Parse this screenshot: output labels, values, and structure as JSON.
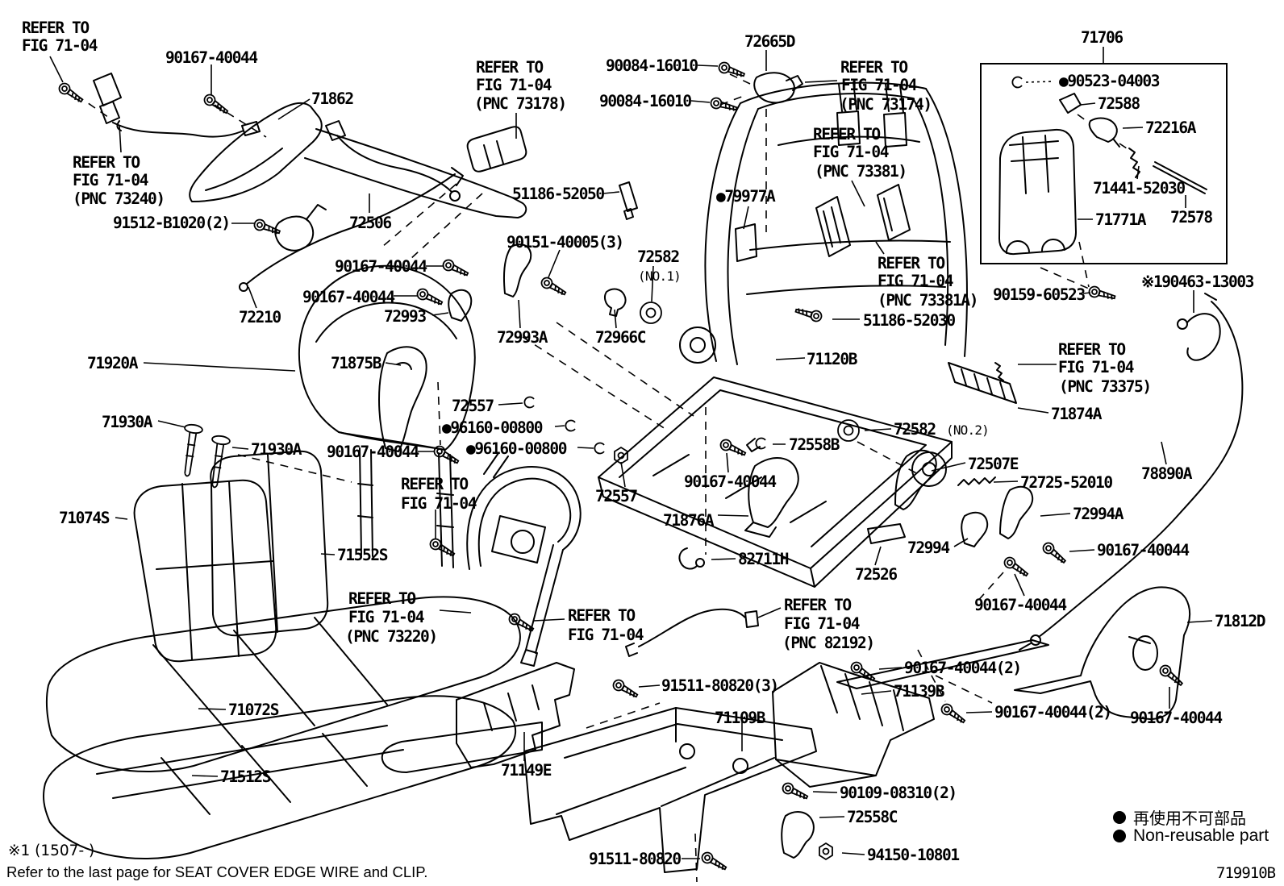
{
  "page": {
    "figure_code": "719910B",
    "footnote1": "※1 (1507-      )",
    "footnote2": "Refer to the last page for SEAT COVER EDGE WIRE and CLIP.",
    "legend": {
      "marker": "non-reusable-bullet",
      "jp": "再使用不可部品",
      "en": "Non-reusable part"
    }
  },
  "labels": [
    {
      "text": "REFER TO"
    },
    {
      "text": "FIG 71-04"
    },
    {
      "text": "90167-40044"
    },
    {
      "text": "71862"
    },
    {
      "text": "REFER TO"
    },
    {
      "text": "FIG 71-04"
    },
    {
      "text": "(PNC 73240)"
    },
    {
      "text": "91512-B1020(2)"
    },
    {
      "text": "72506"
    },
    {
      "text": "REFER TO"
    },
    {
      "text": "FIG 71-04"
    },
    {
      "text": "(PNC 73178)"
    },
    {
      "text": "90084-16010"
    },
    {
      "text": "90084-16010"
    },
    {
      "text": "72665D"
    },
    {
      "text": "REFER TO"
    },
    {
      "text": "FIG 71-04"
    },
    {
      "text": "(PNC 73174)"
    },
    {
      "text": "71706"
    },
    {
      "text": "●90523-04003"
    },
    {
      "text": "72588"
    },
    {
      "text": "72216A"
    },
    {
      "text": "REFER TO"
    },
    {
      "text": "FIG 71-04"
    },
    {
      "text": "(PNC 73381)"
    },
    {
      "text": "51186-52050"
    },
    {
      "text": "●79977A"
    },
    {
      "text": "71441-52030"
    },
    {
      "text": "72578"
    },
    {
      "text": "71771A"
    },
    {
      "text": "90151-40005(3)"
    },
    {
      "text": "72582"
    },
    {
      "text": "(NO.1)"
    },
    {
      "text": "90167-40044"
    },
    {
      "text": "90167-40044"
    },
    {
      "text": "REFER TO"
    },
    {
      "text": "FIG 71-04"
    },
    {
      "text": "(PNC 73381A)"
    },
    {
      "text": "90159-60523"
    },
    {
      "text": "※190463-13003"
    },
    {
      "text": "72210"
    },
    {
      "text": "72993"
    },
    {
      "text": "51186-52030"
    },
    {
      "text": "72993A"
    },
    {
      "text": "72966C"
    },
    {
      "text": "71120B"
    },
    {
      "text": "REFER TO"
    },
    {
      "text": "FIG 71-04"
    },
    {
      "text": "(PNC 73375)"
    },
    {
      "text": "71920A"
    },
    {
      "text": "71875B"
    },
    {
      "text": "72557"
    },
    {
      "text": "71874A"
    },
    {
      "text": "71930A"
    },
    {
      "text": "●96160-00800"
    },
    {
      "text": "72582"
    },
    {
      "text": "(NO.2)"
    },
    {
      "text": "71930A"
    },
    {
      "text": "●96160-00800"
    },
    {
      "text": "90167-40044"
    },
    {
      "text": "72558B"
    },
    {
      "text": "72507E"
    },
    {
      "text": "78890A"
    },
    {
      "text": "REFER TO"
    },
    {
      "text": "FIG 71-04"
    },
    {
      "text": "90167-40044"
    },
    {
      "text": "72725-52010"
    },
    {
      "text": "72557"
    },
    {
      "text": "71876A"
    },
    {
      "text": "72994A"
    },
    {
      "text": "71074S"
    },
    {
      "text": "90167-40044"
    },
    {
      "text": "72994"
    },
    {
      "text": "71552S"
    },
    {
      "text": "82711H"
    },
    {
      "text": "72526"
    },
    {
      "text": "REFER TO"
    },
    {
      "text": "FIG 71-04"
    },
    {
      "text": "REFER TO"
    },
    {
      "text": "FIG 71-04"
    },
    {
      "text": "(PNC 73220)"
    },
    {
      "text": "REFER TO"
    },
    {
      "text": "FIG 71-04"
    },
    {
      "text": "(PNC 82192)"
    },
    {
      "text": "90167-40044"
    },
    {
      "text": "71812D"
    },
    {
      "text": "90167-40044(2)"
    },
    {
      "text": "91511-80820(3)"
    },
    {
      "text": "71139B"
    },
    {
      "text": "90167-40044(2)"
    },
    {
      "text": "71109B"
    },
    {
      "text": "90167-40044"
    },
    {
      "text": "71072S"
    },
    {
      "text": "71149E"
    },
    {
      "text": "71512S"
    },
    {
      "text": "90109-08310(2)"
    },
    {
      "text": "72558C"
    },
    {
      "text": "91511-80820"
    },
    {
      "text": "94150-10801"
    }
  ]
}
